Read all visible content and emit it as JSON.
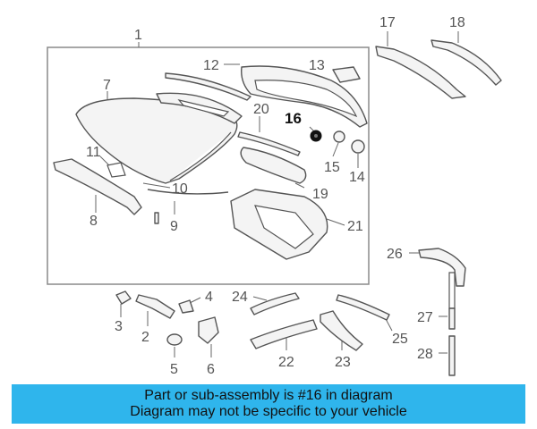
{
  "callouts": {
    "c1": "1",
    "c2": "2",
    "c3": "3",
    "c4": "4",
    "c5": "5",
    "c6": "6",
    "c7": "7",
    "c8": "8",
    "c9": "9",
    "c10": "10",
    "c11": "11",
    "c12": "12",
    "c13": "13",
    "c14": "14",
    "c15": "15",
    "c16": "16",
    "c17": "17",
    "c18": "18",
    "c19": "19",
    "c20": "20",
    "c21": "21",
    "c22": "22",
    "c23": "23",
    "c24": "24",
    "c25": "25",
    "c26": "26",
    "c27": "27",
    "c28": "28"
  },
  "highlighted_part": "16",
  "banner": {
    "line1": "Part or sub-assembly is #16 in diagram",
    "line2": "Diagram may not be specific to your vehicle"
  },
  "colors": {
    "banner_background": "#2fb5ec",
    "highlighted_part": "#111111",
    "line_art": "#555555"
  }
}
